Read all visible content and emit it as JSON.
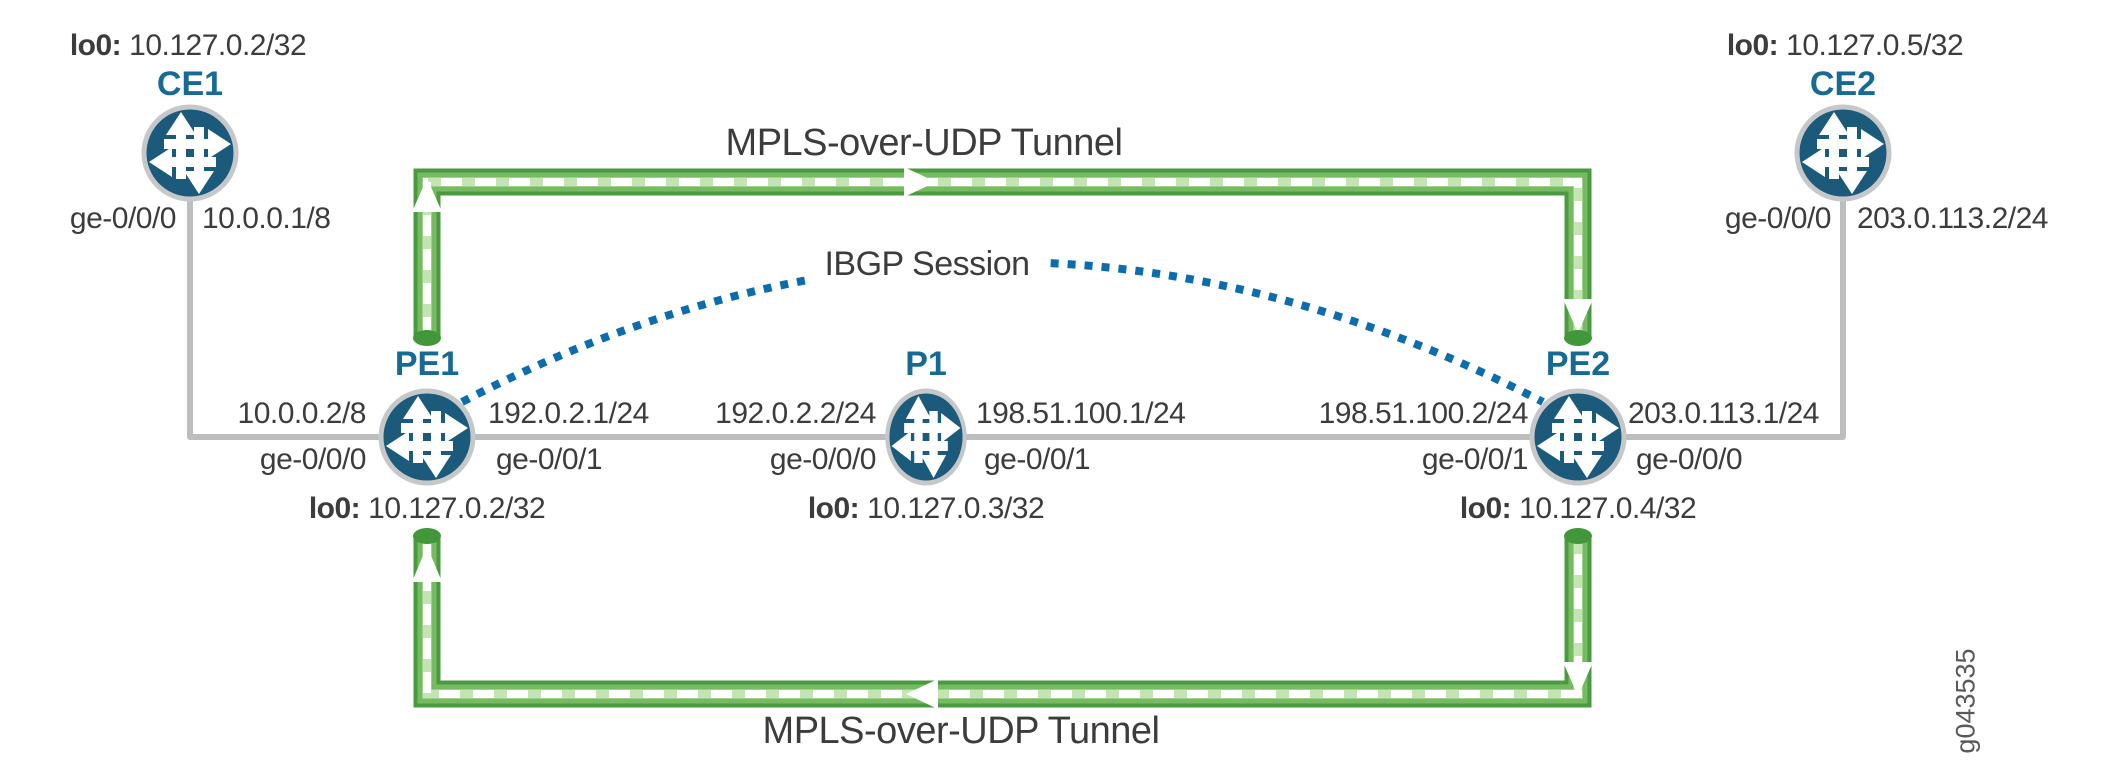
{
  "figure": {
    "id": "g043535"
  },
  "labels": {
    "tunnel_top": "MPLS-over-UDP Tunnel",
    "tunnel_bottom": "MPLS-over-UDP Tunnel",
    "ibgp": "IBGP Session"
  },
  "nodes": [
    {
      "name": "CE1",
      "lo0_prefix": "lo0:",
      "lo0": "10.127.0.2/32",
      "if_wan": "ge-0/0/0",
      "ip_wan": "10.0.0.1/8"
    },
    {
      "name": "PE1",
      "lo0_prefix": "lo0:",
      "lo0": "10.127.0.2/32",
      "ip_left": "10.0.0.2/8",
      "if_left": "ge-0/0/0",
      "ip_right": "192.0.2.1/24",
      "if_right": "ge-0/0/1"
    },
    {
      "name": "P1",
      "lo0_prefix": "lo0:",
      "lo0": "10.127.0.3/32",
      "ip_left": "192.0.2.2/24",
      "if_left": "ge-0/0/0",
      "ip_right": "198.51.100.1/24",
      "if_right": "ge-0/0/1"
    },
    {
      "name": "PE2",
      "lo0_prefix": "lo0:",
      "lo0": "10.127.0.4/32",
      "ip_left": "198.51.100.2/24",
      "if_left": "ge-0/0/1",
      "ip_right": "203.0.113.1/24",
      "if_right": "ge-0/0/0"
    },
    {
      "name": "CE2",
      "lo0_prefix": "lo0:",
      "lo0": "10.127.0.5/32",
      "if_wan": "ge-0/0/0",
      "ip_wan": "203.0.113.2/24"
    }
  ],
  "colors": {
    "router_fill": "#1b5a7a",
    "router_ring": "#c6c7c9",
    "node_label_blue": "#166a94",
    "tunnel_green_dark": "#4a9a3f",
    "tunnel_green_mid": "#76bb62",
    "tunnel_green_light": "#c4e4b4",
    "tunnel_cap_green": "#42973a",
    "ibgp_blue": "#0d6cab",
    "link_gray": "#bcbdbf",
    "text_dark": "#3c3c3c"
  }
}
